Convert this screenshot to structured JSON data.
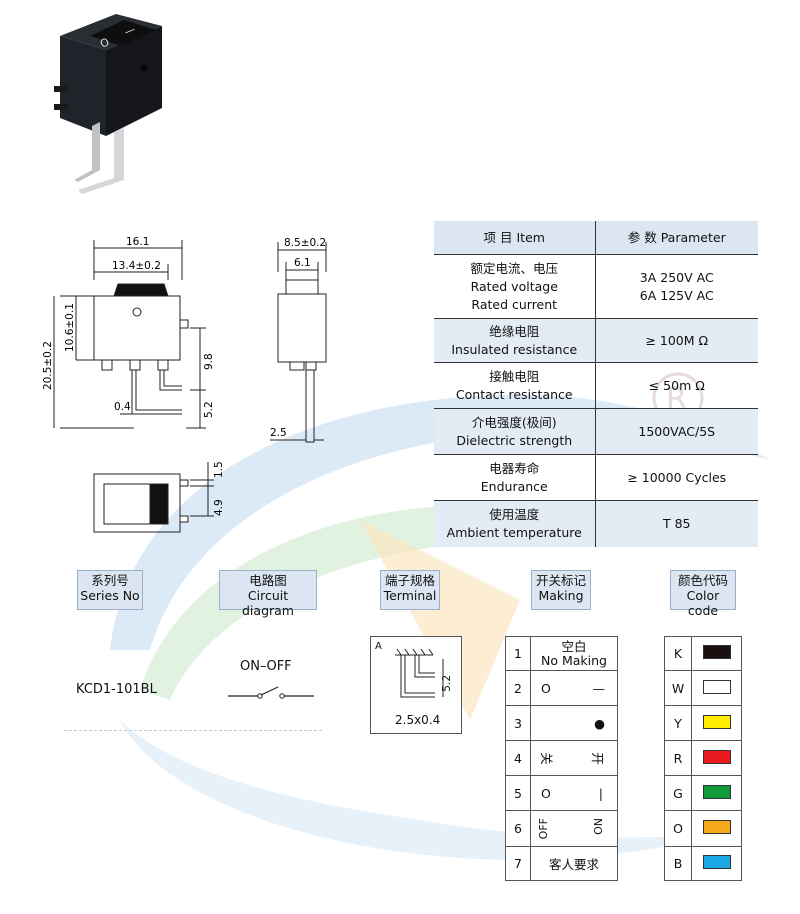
{
  "product": {
    "switch_marks": [
      "O",
      "—"
    ]
  },
  "drawing": {
    "front": {
      "w_total": "16.1",
      "w_inner": "13.4±0.2",
      "h_total": "20.5±0.2",
      "h_body": "10.6±0.1",
      "h_pin": "9.8",
      "h_leg": "5.2",
      "pin_w": "0.4"
    },
    "side": {
      "w_total": "8.5±0.2",
      "w_inner": "6.1",
      "pin_t": "2.5"
    },
    "bottom": {
      "pitch_a": "1.5",
      "pitch_b": "4.9"
    }
  },
  "spec": {
    "header": {
      "item": "项 目 Item",
      "param": "参 数 Parameter"
    },
    "rows": [
      {
        "cn": "额定电流、电压",
        "en1": "Rated voltage",
        "en2": "Rated current",
        "v1": "3A 250V AC",
        "v2": "6A 125V AC"
      },
      {
        "cn": "绝缘电阻",
        "en1": "Insulated resistance",
        "v1": "≥ 100M Ω"
      },
      {
        "cn": "接触电阻",
        "en1": "Contact resistance",
        "v1": "≤ 50m Ω"
      },
      {
        "cn": "介电强度(极间)",
        "en1": "Dielectric strength",
        "v1": "1500VAC/5S"
      },
      {
        "cn": "电器寿命",
        "en1": "Endurance",
        "v1": "≥ 10000 Cycles"
      },
      {
        "cn": "使用温度",
        "en1": "Ambient temperature",
        "v1": "T 85"
      }
    ]
  },
  "headers": {
    "series": {
      "cn": "系列号",
      "en": "Series No"
    },
    "circuit": {
      "cn": "电路图",
      "en": "Circuit diagram"
    },
    "terminal": {
      "cn": "端子规格",
      "en": "Terminal"
    },
    "making": {
      "cn": "开关标记",
      "en": "Making"
    },
    "color": {
      "cn": "颜色代码",
      "en": "Color code"
    }
  },
  "series_no": "KCD1-101BL",
  "circuit": {
    "label": "ON–OFF"
  },
  "terminal": {
    "letter": "A",
    "dim_v": "5.2",
    "size": "2.5x0.4"
  },
  "making": {
    "rows": [
      {
        "n": "1",
        "cn": "空白",
        "en": "No Making"
      },
      {
        "n": "2",
        "left": "O",
        "right": "—"
      },
      {
        "n": "3",
        "left": "",
        "right": "●"
      },
      {
        "n": "4",
        "left": "关",
        "right": "开"
      },
      {
        "n": "5",
        "left": "O",
        "right": "|"
      },
      {
        "n": "6",
        "left": "OFF",
        "right": "ON"
      },
      {
        "n": "7",
        "cn": "客人要求"
      }
    ]
  },
  "colors": [
    {
      "code": "K",
      "hex": "#1a1010"
    },
    {
      "code": "W",
      "hex": "#ffffff"
    },
    {
      "code": "Y",
      "hex": "#ffec00"
    },
    {
      "code": "R",
      "hex": "#e8191f"
    },
    {
      "code": "G",
      "hex": "#119a3a"
    },
    {
      "code": "O",
      "hex": "#f5a81c"
    },
    {
      "code": "B",
      "hex": "#1ba6e4"
    }
  ]
}
